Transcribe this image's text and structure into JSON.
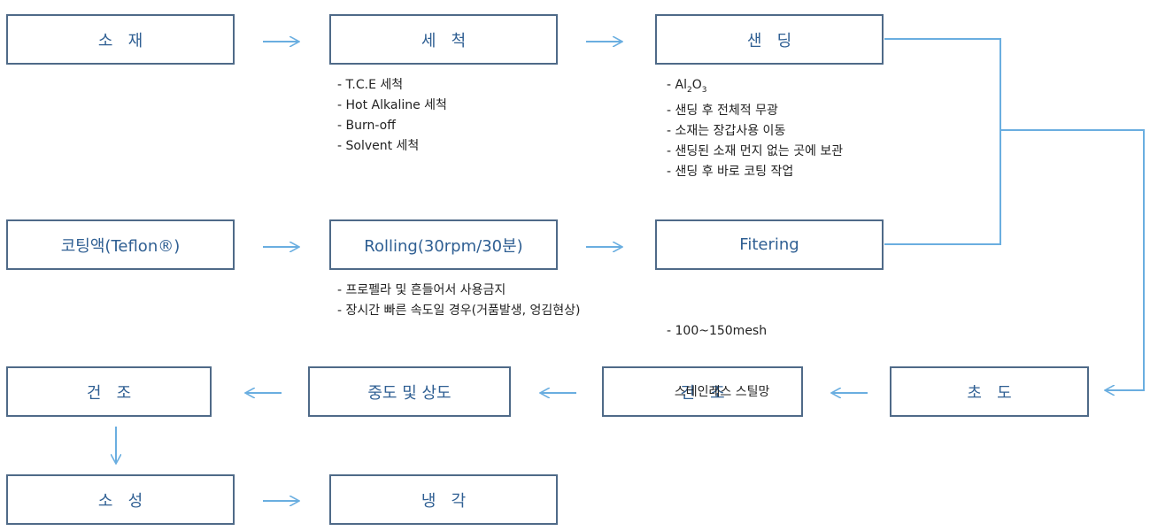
{
  "steps": {
    "raw_material": "소   재",
    "cleaning": "세   척",
    "sanding": "샌   딩",
    "coating_liquid": "코팅액(Teflon®)",
    "rolling": "Rolling(30rpm/30분)",
    "filtering": "Fitering",
    "drying_final": "건   조",
    "mid_top_coat": "중도 및 상도",
    "drying_primer": "건   조",
    "primer": "초   도",
    "baking": "소   성",
    "cooling": "냉   각"
  },
  "notes": {
    "cleaning": [
      "- T.C.E 세척",
      "- Hot Alkaline 세척",
      "- Burn-off",
      "- Solvent 세척"
    ],
    "sanding": {
      "oxide_prefix": "- Al",
      "oxide_sub1": "2",
      "oxide_mid": "O",
      "oxide_sub2": "3",
      "items": [
        "- 샌딩 후 전체적 무광",
        "- 소재는 장갑사용 이동",
        "- 샌딩된 소재 먼지 없는 곳에 보관",
        "- 샌딩 후 바로 코팅 작업"
      ]
    },
    "rolling": [
      "- 프로펠라 및 흔들어서 사용금지",
      "- 장시간 빠른 속도일 경우(거품발생, 엉김현상)"
    ],
    "filtering": [
      "- 100~150mesh",
      "  스테인레스 스틸망"
    ]
  },
  "colors": {
    "box_border": "#4f6a88",
    "box_text": "#2f5f93",
    "arrow": "#6aaee0",
    "note_text": "#222222"
  }
}
